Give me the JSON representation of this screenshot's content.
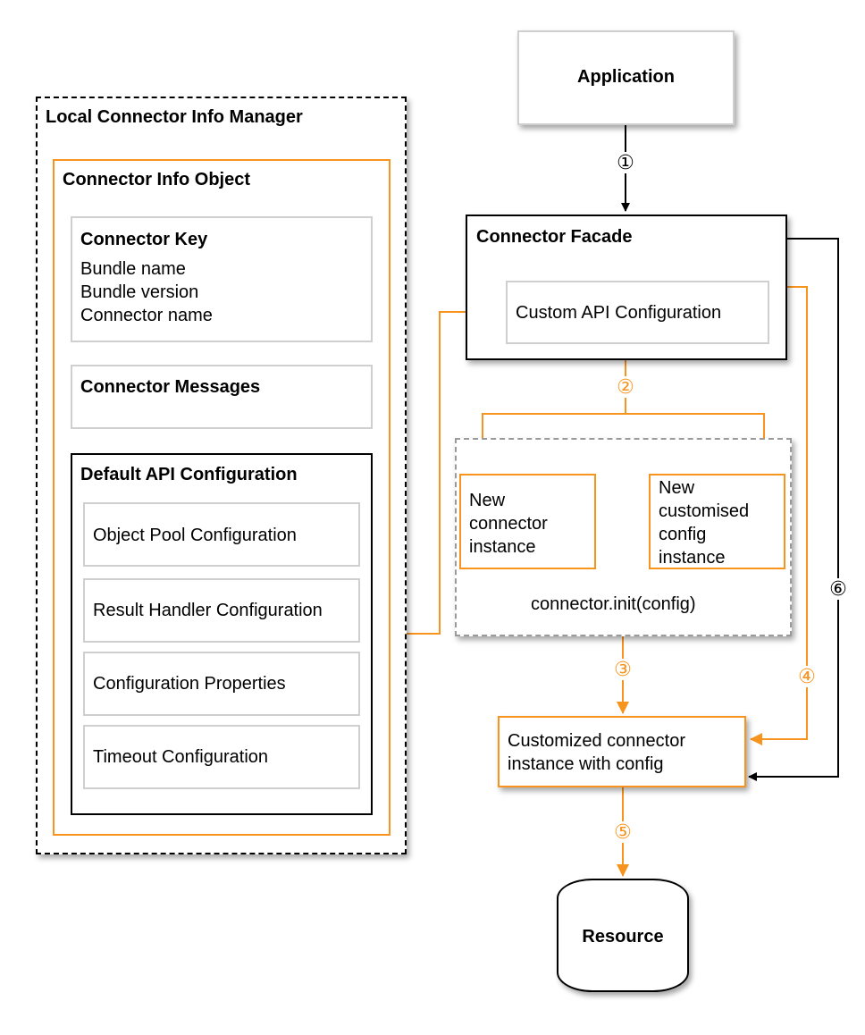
{
  "application": {
    "label": "Application"
  },
  "manager": {
    "title": "Local Connector Info Manager",
    "info_object": {
      "title": "Connector Info Object",
      "key": {
        "title": "Connector Key",
        "lines": [
          "Bundle name",
          "Bundle version",
          "Connector name"
        ]
      },
      "messages": {
        "title": "Connector Messages"
      },
      "default_api": {
        "title": "Default API Configuration",
        "items": [
          "Object Pool Configuration",
          "Result Handler Configuration",
          "Configuration Properties",
          "Timeout Configuration"
        ]
      }
    }
  },
  "facade": {
    "title": "Connector Facade",
    "custom_api": "Custom API Configuration"
  },
  "new_connector": {
    "lines": [
      "New",
      "connector",
      "instance"
    ]
  },
  "new_config": {
    "lines": [
      "New",
      "customised",
      "config",
      "instance"
    ]
  },
  "init_call": "connector.init(config)",
  "customized": {
    "lines": [
      "Customized connector",
      "instance with config"
    ]
  },
  "resource": {
    "label": "Resource"
  },
  "steps": [
    "①",
    "②",
    "③",
    "④",
    "⑤",
    "⑥"
  ],
  "colors": {
    "orange": "#f7941d",
    "black": "#000000",
    "gray": "#c8c8c8"
  }
}
